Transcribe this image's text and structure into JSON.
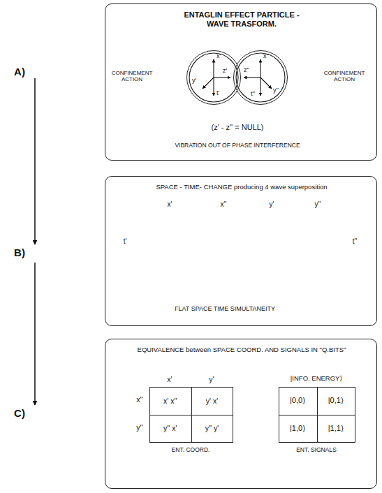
{
  "diagram": {
    "nodes": [
      {
        "text": [
          "ENTAGLIN EFFECT PARTICLE - WAVE TRASFORM."
        ]
      },
      {
        "text": [
          "x'",
          "z'",
          "y'",
          "t'"
        ],
        "in": 0
      },
      {
        "text": [
          "x''",
          "z''",
          "y''",
          "t''"
        ],
        "in": 0
      },
      {
        "text": [
          "SPACE - TIME- CHANGE producing 4 wave superposition"
        ]
      },
      {
        "text": [
          "EQUIVALENCE between SPACE COORD. AND SIGNALS IN \"Q.BITS\""
        ]
      },
      {
        "text": [
          "x' x''",
          "y' x'",
          "y'' x'",
          "y'' y'"
        ],
        "in": 4
      },
      {
        "text": [
          "|0,0⟩",
          "|0,1⟩",
          "|1,0⟩",
          "|1,1⟩"
        ],
        "in": 4
      }
    ],
    "edges": [
      {
        "from": 5,
        "to": 6,
        "arrow": "both"
      },
      {
        "from": 5,
        "to": 6,
        "arrow": "both"
      }
    ],
    "labels": [
      "A)",
      "B)",
      "C)",
      "CONFINEMENT ACTION",
      "CONFINEMENT ACTION",
      "(z' - z'' = NULL)",
      "VIBRATION OUT OF PHASE INTERFERENCE",
      "x'",
      "x''",
      "y'",
      "y''",
      "t'",
      "t''",
      "FLAT SPACE TIME SIMULTANEITY",
      "x'",
      "y'",
      "x''",
      "y''",
      "ENT. COORD.",
      "|INFO. ENERGY⟩",
      "ENT. SIGNALS"
    ]
  }
}
